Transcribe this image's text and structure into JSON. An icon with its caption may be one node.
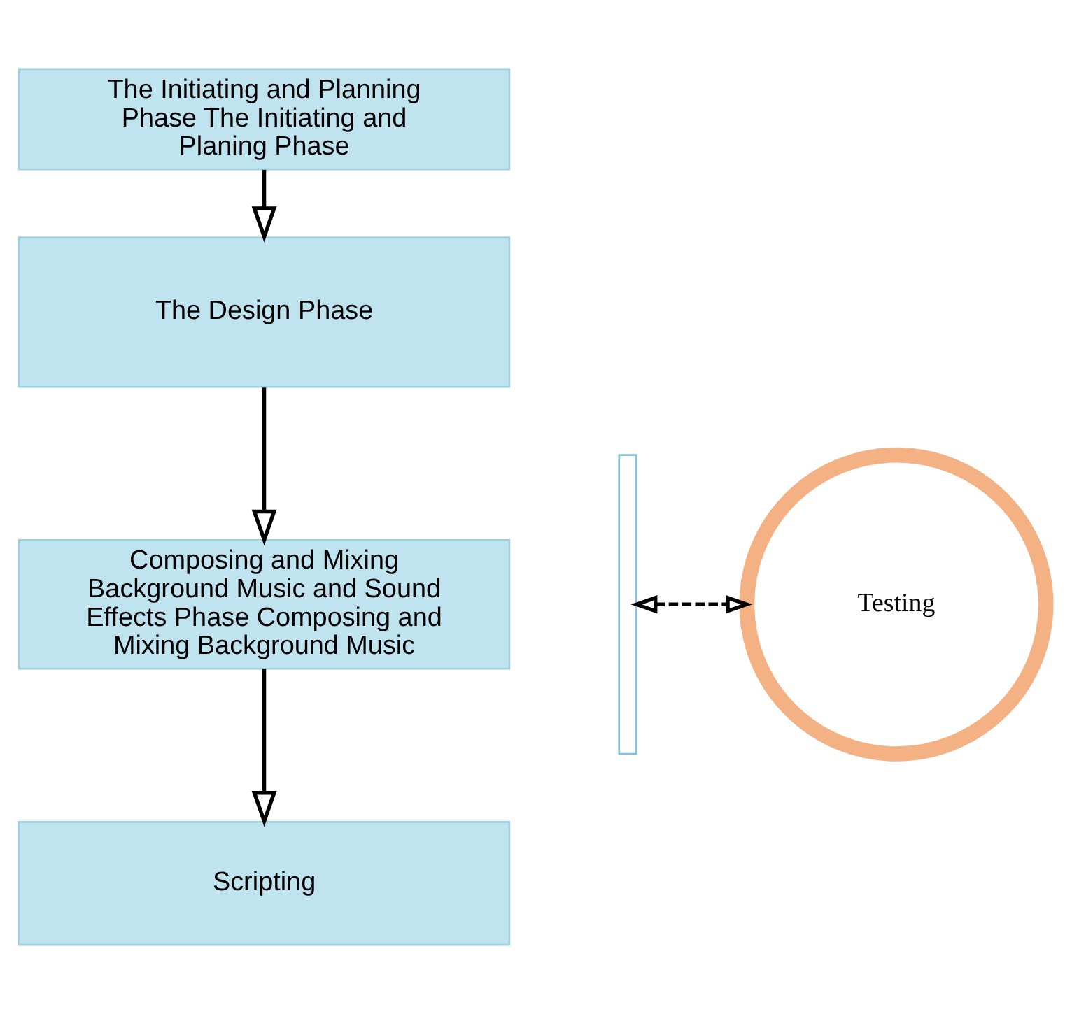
{
  "diagram": {
    "nodes": [
      {
        "text": [
          "The Initiating and Planning Phase The Initiating and Planing Phase"
        ]
      },
      {
        "text": [
          "The Design Phase"
        ]
      },
      {
        "text": [
          "Composing and Mixing Background Music and Sound Effects Phase Composing and Mixing Background Music"
        ]
      },
      {
        "text": [
          "Scripting"
        ]
      },
      {
        "text": [],
        "shape": "bracket"
      },
      {
        "text": [
          "Testing"
        ]
      }
    ],
    "edges": [
      {
        "from": 0,
        "to": 1,
        "arrow": "to"
      },
      {
        "from": 1,
        "to": 2,
        "arrow": "to"
      },
      {
        "from": 2,
        "to": 3,
        "arrow": "to"
      },
      {
        "from": 4,
        "to": 5,
        "arrow": "both",
        "style": "dashed"
      }
    ]
  }
}
